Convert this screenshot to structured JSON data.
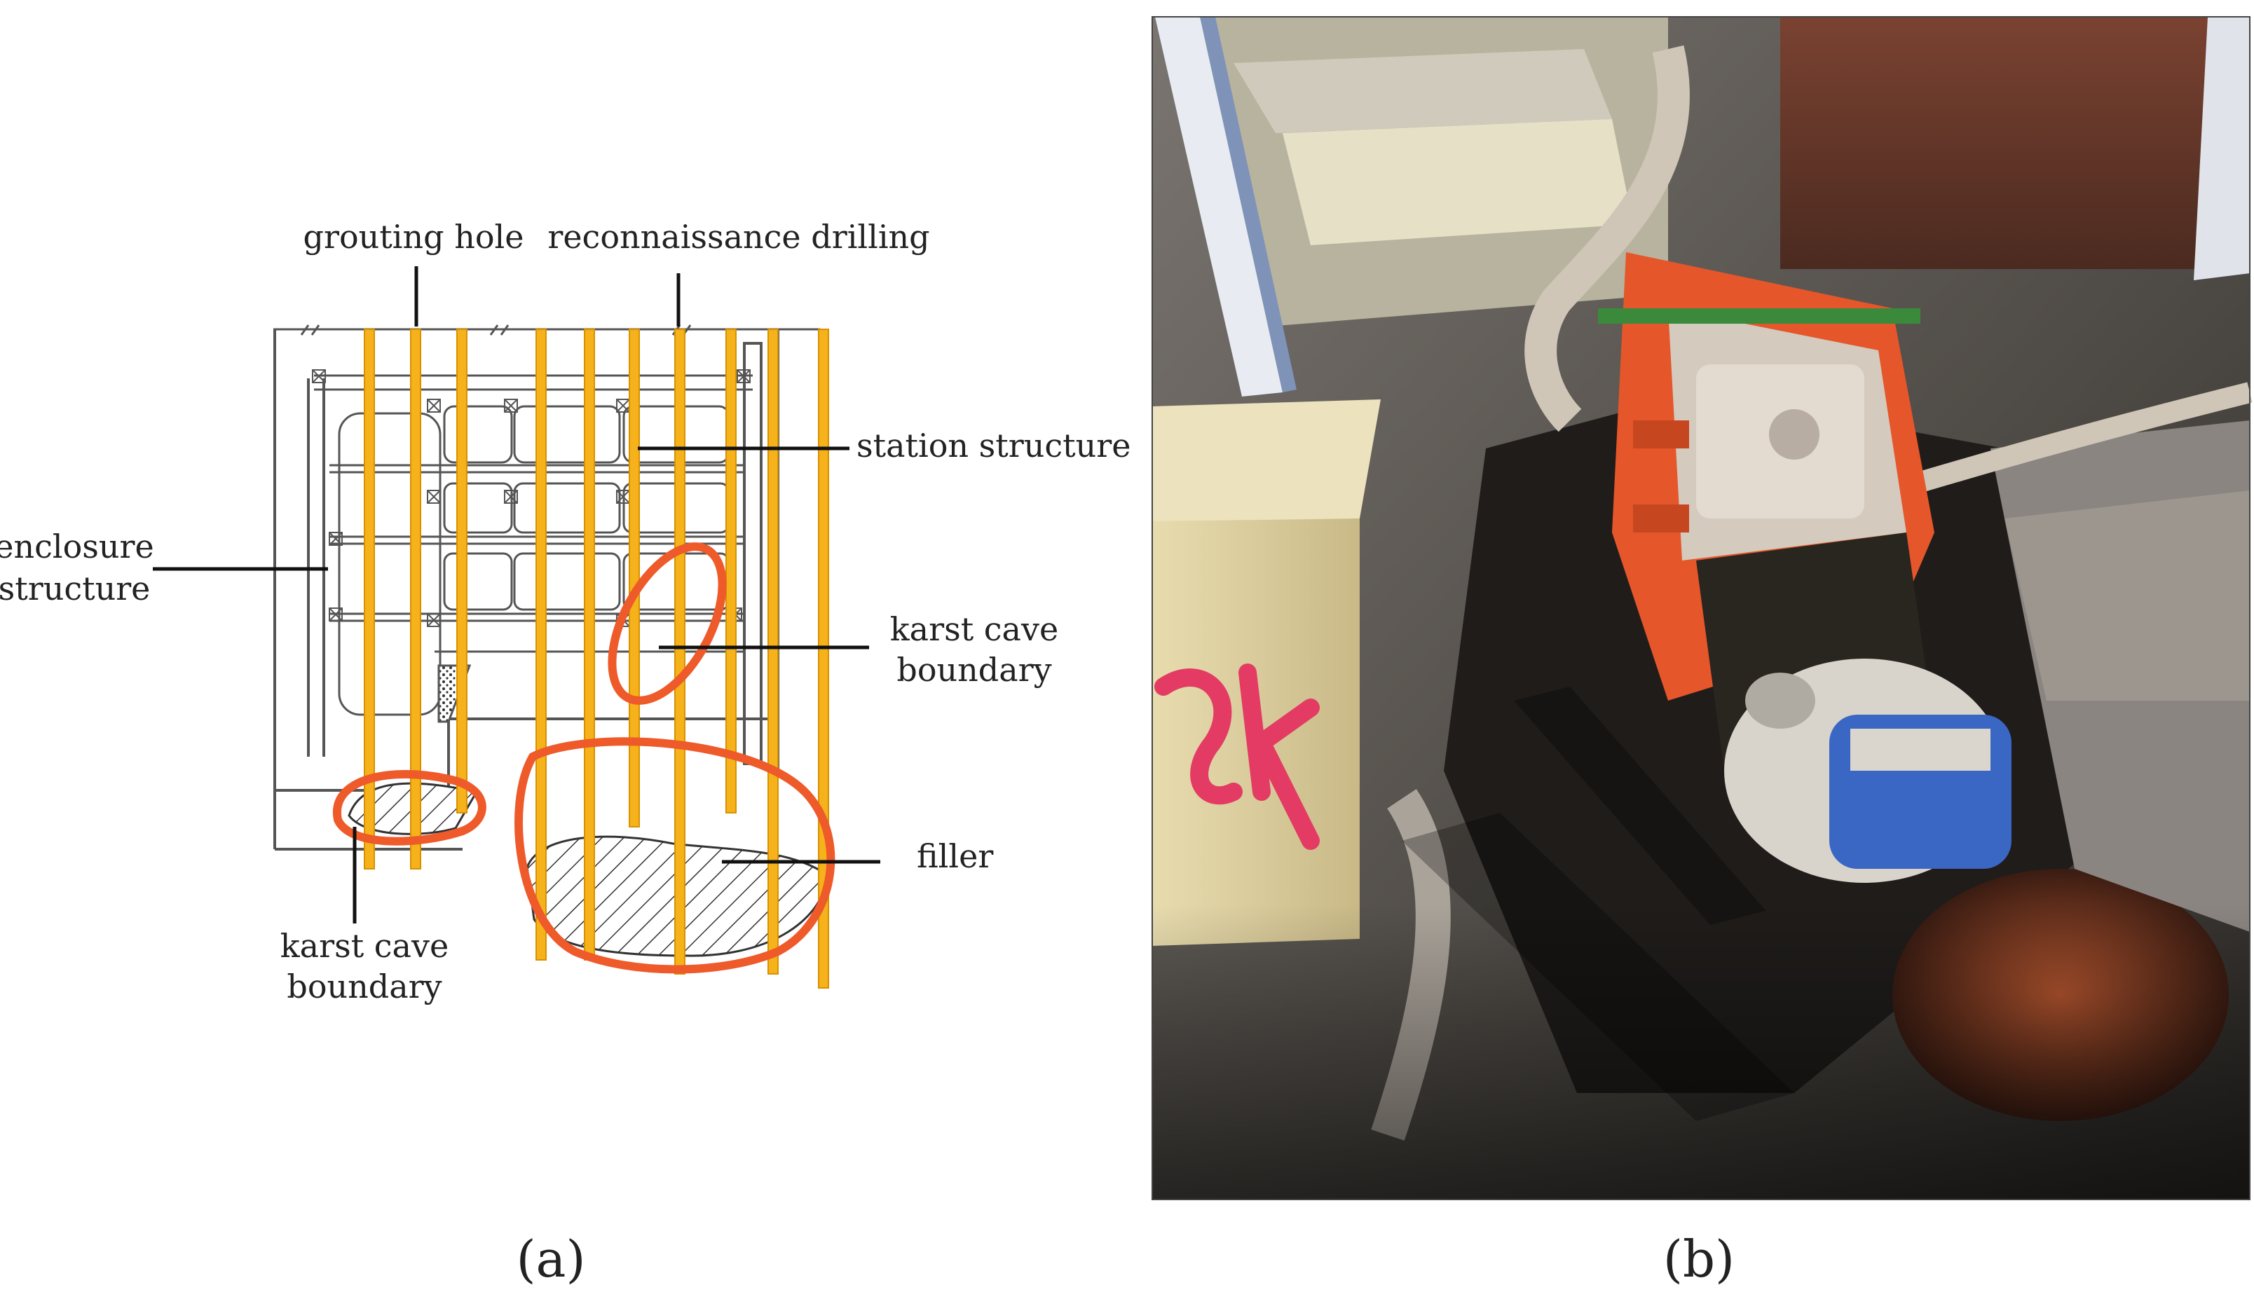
{
  "figure_a": {
    "labels": {
      "grouting_hole": "grouting hole",
      "reconnaissance_drilling": "reconnaissance drilling",
      "station_structure": "station structure",
      "enclosure_structure_line1": "enclosure",
      "enclosure_structure_line2": "structure",
      "karst_cave_boundary_right_line1": "karst cave",
      "karst_cave_boundary_right_line2": "boundary",
      "filler": "filler",
      "karst_cave_boundary_left_line1": "karst cave",
      "karst_cave_boundary_left_line2": "boundary"
    },
    "colors": {
      "hole": "#f5b21b",
      "hole_edge": "#d99000",
      "cave_outline": "#ee5a2a",
      "structure": "#555555"
    },
    "caption": "(a)"
  },
  "figure_b": {
    "caption": "(b)",
    "colors": {
      "machine": "#e5562a",
      "motor": "#3a66c4",
      "floor": "#5b5650",
      "wall": "#6e3b2b"
    }
  }
}
